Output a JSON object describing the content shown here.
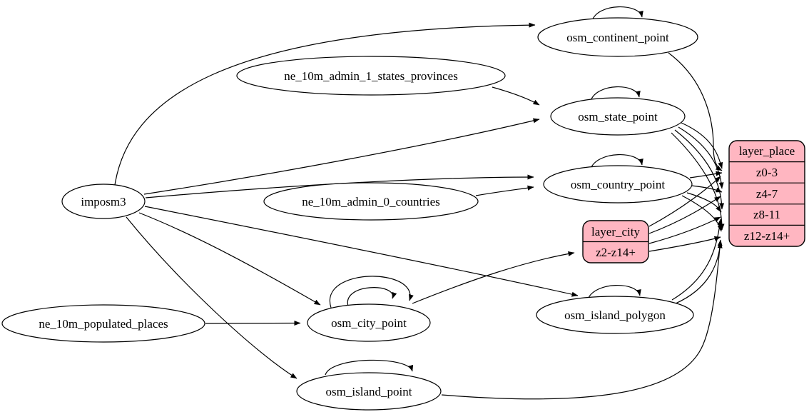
{
  "diagram": {
    "type": "etl-graph",
    "background": "#ffffff",
    "edge_color": "#000000",
    "record_fill": "#ffb6c1",
    "node_fill": "#ffffff",
    "nodes": {
      "imposm3": "imposm3",
      "ne_admin1": "ne_10m_admin_1_states_provinces",
      "ne_admin0": "ne_10m_admin_0_countries",
      "ne_populated": "ne_10m_populated_places",
      "continent": "osm_continent_point",
      "state": "osm_state_point",
      "country": "osm_country_point",
      "city": "osm_city_point",
      "island_polygon": "osm_island_polygon",
      "island_point": "osm_island_point"
    },
    "records": {
      "layer_city": {
        "title": "layer_city",
        "rows": [
          "z2-z14+"
        ]
      },
      "layer_place": {
        "title": "layer_place",
        "rows": [
          "z0-3",
          "z4-7",
          "z8-11",
          "z12-z14+"
        ]
      }
    },
    "edges": [
      {
        "from": "imposm3",
        "to": "osm_continent_point"
      },
      {
        "from": "imposm3",
        "to": "osm_state_point"
      },
      {
        "from": "imposm3",
        "to": "osm_country_point"
      },
      {
        "from": "imposm3",
        "to": "osm_city_point"
      },
      {
        "from": "imposm3",
        "to": "osm_island_polygon"
      },
      {
        "from": "imposm3",
        "to": "osm_island_point"
      },
      {
        "from": "ne_10m_admin_1_states_provinces",
        "to": "osm_state_point"
      },
      {
        "from": "ne_10m_admin_0_countries",
        "to": "osm_country_point"
      },
      {
        "from": "ne_10m_populated_places",
        "to": "osm_city_point"
      },
      {
        "from": "osm_continent_point",
        "to": "osm_continent_point"
      },
      {
        "from": "osm_state_point",
        "to": "osm_state_point"
      },
      {
        "from": "osm_country_point",
        "to": "osm_country_point"
      },
      {
        "from": "osm_city_point",
        "to": "osm_city_point"
      },
      {
        "from": "osm_city_point",
        "to": "osm_city_point"
      },
      {
        "from": "osm_island_polygon",
        "to": "osm_island_polygon"
      },
      {
        "from": "osm_island_point",
        "to": "osm_island_point"
      },
      {
        "from": "osm_city_point",
        "to": "layer_city:z2-z14+"
      },
      {
        "from": "osm_continent_point",
        "to": "layer_place:z0-3"
      },
      {
        "from": "osm_state_point",
        "to": "layer_place:z0-3"
      },
      {
        "from": "osm_state_point",
        "to": "layer_place:z4-7"
      },
      {
        "from": "osm_state_point",
        "to": "layer_place:z8-11"
      },
      {
        "from": "osm_state_point",
        "to": "layer_place:z12-z14+"
      },
      {
        "from": "osm_country_point",
        "to": "layer_place:z0-3"
      },
      {
        "from": "osm_country_point",
        "to": "layer_place:z4-7"
      },
      {
        "from": "osm_country_point",
        "to": "layer_place:z8-11"
      },
      {
        "from": "osm_country_point",
        "to": "layer_place:z12-z14+"
      },
      {
        "from": "layer_city",
        "to": "layer_place:z0-3"
      },
      {
        "from": "layer_city",
        "to": "layer_place:z4-7"
      },
      {
        "from": "layer_city",
        "to": "layer_place:z8-11"
      },
      {
        "from": "layer_city",
        "to": "layer_place:z12-z14+"
      },
      {
        "from": "osm_island_polygon",
        "to": "layer_place:z8-11"
      },
      {
        "from": "osm_island_polygon",
        "to": "layer_place:z12-z14+"
      },
      {
        "from": "osm_island_point",
        "to": "layer_place:z12-z14+"
      }
    ]
  }
}
